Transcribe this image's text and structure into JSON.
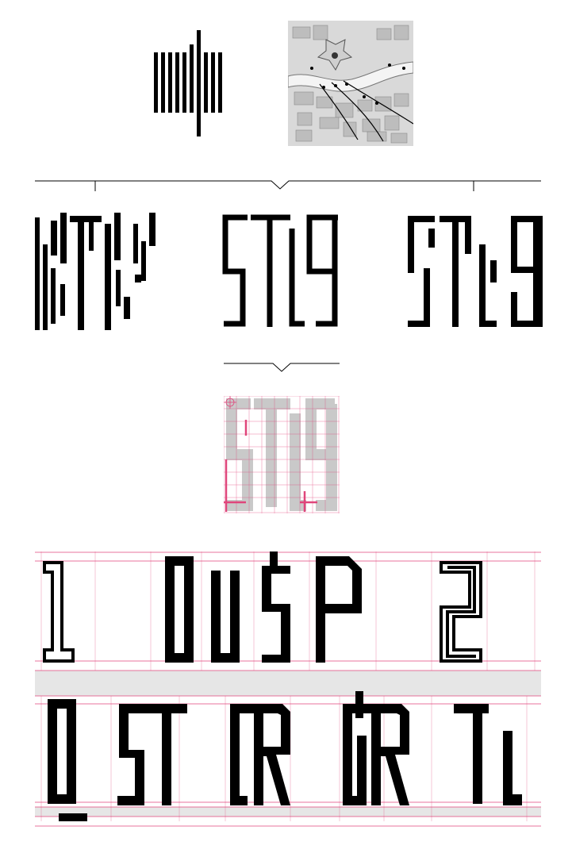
{
  "sheet": {
    "sections": [
      {
        "id": "logo",
        "description": ""
      },
      {
        "id": "map",
        "description": ""
      },
      {
        "id": "variants",
        "description": ""
      },
      {
        "id": "grid",
        "description": ""
      },
      {
        "id": "specimen",
        "description": ""
      }
    ]
  },
  "specimen": {
    "row1": [
      "1",
      "O",
      "U",
      "$",
      "P",
      "2"
    ],
    "row2": [
      "Q",
      "S",
      "T",
      "C",
      "R",
      "G",
      "R",
      "T",
      "L"
    ]
  },
  "colors": {
    "ink": "#000000",
    "guide": "#e0457b",
    "grid_fill": "#c9c9c9",
    "band": "#e6e6e6",
    "map_bg": "#d9d9d9"
  }
}
